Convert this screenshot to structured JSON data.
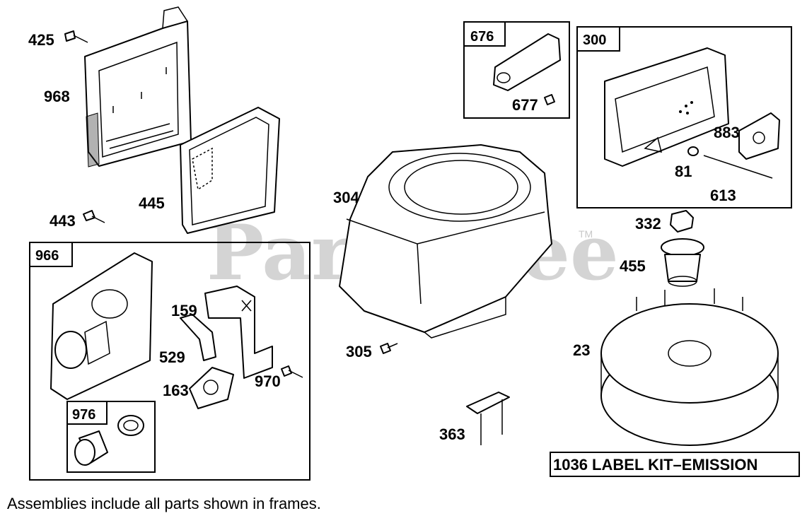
{
  "watermark": {
    "text": "PartsTree",
    "trademark": "TM"
  },
  "footnote": "Assemblies include all parts shown in frames.",
  "kit_label": "1036 LABEL KIT–EMISSION",
  "frames": {
    "f676": "676",
    "f300": "300",
    "f966": "966",
    "f976": "976"
  },
  "parts": {
    "p425": "425",
    "p968": "968",
    "p445": "445",
    "p443": "443",
    "p677": "677",
    "p304": "304",
    "p883": "883",
    "p81": "81",
    "p613": "613",
    "p332": "332",
    "p455": "455",
    "p159": "159",
    "p529": "529",
    "p163": "163",
    "p970": "970",
    "p305": "305",
    "p23": "23",
    "p363": "363"
  }
}
